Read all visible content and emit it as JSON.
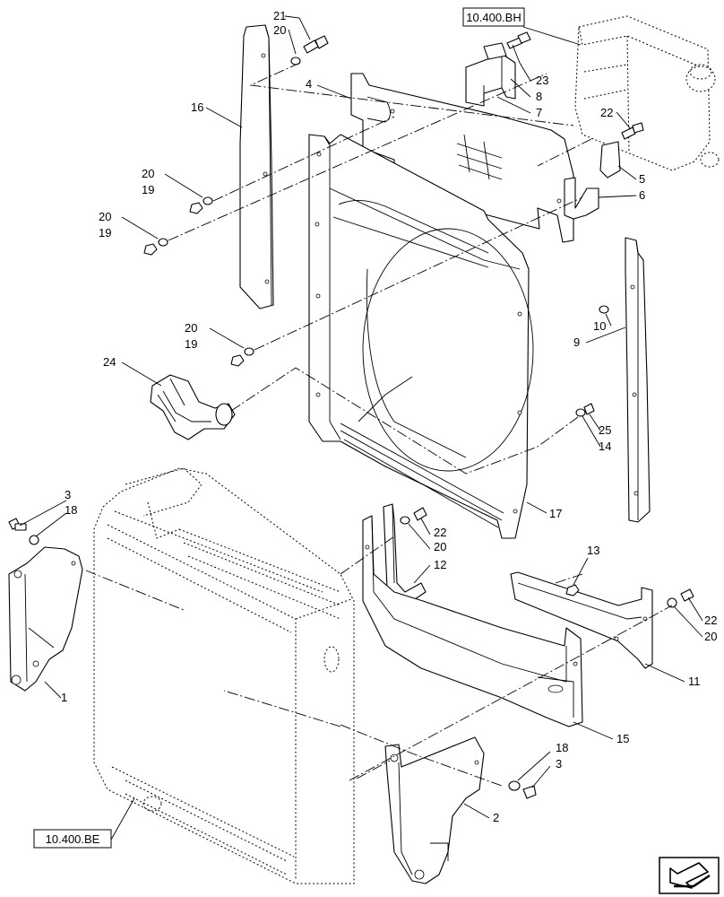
{
  "references": {
    "top": "10.400.BH",
    "bottom": "10.400.BE"
  },
  "callouts": [
    "1",
    "2",
    "3",
    "4",
    "5",
    "6",
    "7",
    "8",
    "9",
    "10",
    "11",
    "12",
    "13",
    "14",
    "15",
    "16",
    "17",
    "18",
    "19",
    "20",
    "21",
    "22",
    "23",
    "24",
    "25"
  ],
  "icons": {
    "nav": "arrow-down-left-icon"
  }
}
